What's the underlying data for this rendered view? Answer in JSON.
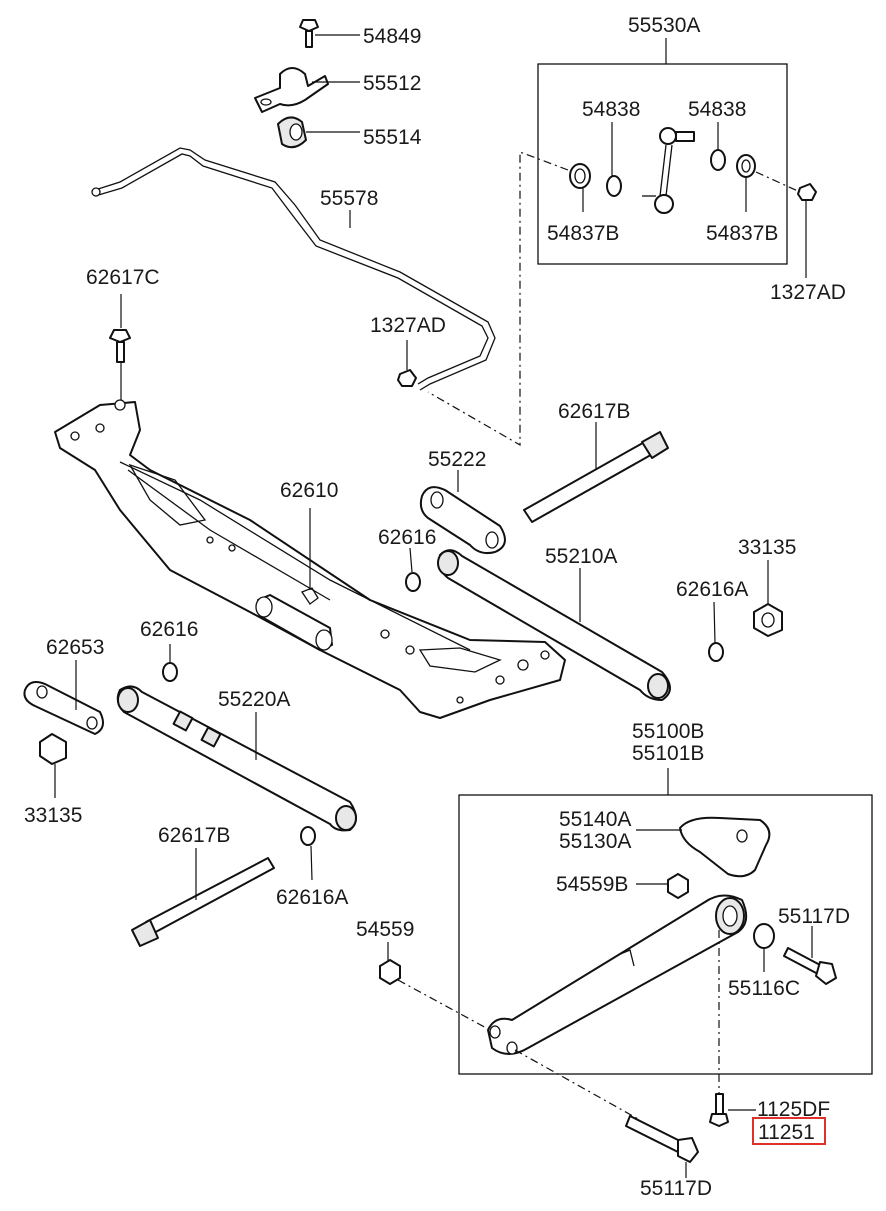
{
  "labels": {
    "p54849": "54849",
    "p55512": "55512",
    "p55514": "55514",
    "p55578": "55578",
    "p62617C": "62617C",
    "p1327AD_a": "1327AD",
    "p55530A": "55530A",
    "p54838_a": "54838",
    "p54838_b": "54838",
    "p54837B_a": "54837B",
    "p54837B_b": "54837B",
    "p1327AD_b": "1327AD",
    "p62617B_a": "62617B",
    "p55222": "55222",
    "p62610": "62610",
    "p62616_a": "62616",
    "p55210A": "55210A",
    "p33135_a": "33135",
    "p62616A_a": "62616A",
    "p62653": "62653",
    "p62616_b": "62616",
    "p55220A": "55220A",
    "p33135_b": "33135",
    "p62617B_b": "62617B",
    "p62616A_b": "62616A",
    "p55100B": "55100B",
    "p55101B": "55101B",
    "p55140A": "55140A",
    "p55130A": "55130A",
    "p54559B": "54559B",
    "p55117D_a": "55117D",
    "p54559": "54559",
    "p55116C": "55116C",
    "p1125DF": "1125DF",
    "p11251": "11251",
    "p55117D_b": "55117D"
  },
  "highlighted_part": "11251",
  "colors": {
    "line": "#111111",
    "highlight": "#e0302a",
    "background": "#ffffff"
  }
}
